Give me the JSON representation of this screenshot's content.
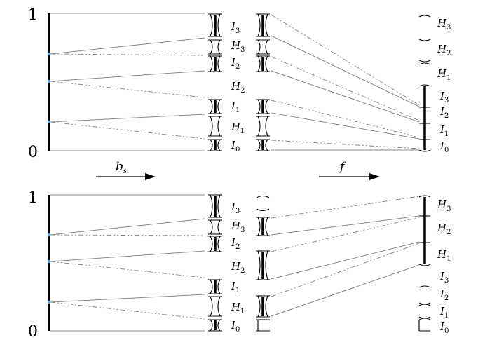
{
  "axis": {
    "top": "1",
    "bottom": "0"
  },
  "arrows": {
    "left_label": "b",
    "left_sub": "s",
    "right_label": "f"
  },
  "top_panel": {
    "mid_labels": [
      {
        "base": "I",
        "sub": "3"
      },
      {
        "base": "H",
        "sub": "3"
      },
      {
        "base": "I",
        "sub": "2"
      },
      {
        "base": "H",
        "sub": "2"
      },
      {
        "base": "I",
        "sub": "1"
      },
      {
        "base": "H",
        "sub": "1"
      },
      {
        "base": "I",
        "sub": "0"
      }
    ],
    "right_labels": [
      {
        "base": "H",
        "sub": "3"
      },
      {
        "base": "H",
        "sub": "2"
      },
      {
        "base": "H",
        "sub": "1"
      },
      {
        "base": "I",
        "sub": "3"
      },
      {
        "base": "I",
        "sub": "2"
      },
      {
        "base": "I",
        "sub": "1"
      },
      {
        "base": "I",
        "sub": "0"
      }
    ]
  },
  "bottom_panel": {
    "mid_labels": [
      {
        "base": "I",
        "sub": "3"
      },
      {
        "base": "H",
        "sub": "3"
      },
      {
        "base": "I",
        "sub": "2"
      },
      {
        "base": "H",
        "sub": "2"
      },
      {
        "base": "I",
        "sub": "1"
      },
      {
        "base": "H",
        "sub": "1"
      },
      {
        "base": "I",
        "sub": "0"
      }
    ],
    "right_labels": [
      {
        "base": "H",
        "sub": "3"
      },
      {
        "base": "H",
        "sub": "2"
      },
      {
        "base": "H",
        "sub": "1"
      },
      {
        "base": "I",
        "sub": "3"
      },
      {
        "base": "I",
        "sub": "2"
      },
      {
        "base": "I",
        "sub": "1"
      },
      {
        "base": "I",
        "sub": "0"
      }
    ]
  }
}
